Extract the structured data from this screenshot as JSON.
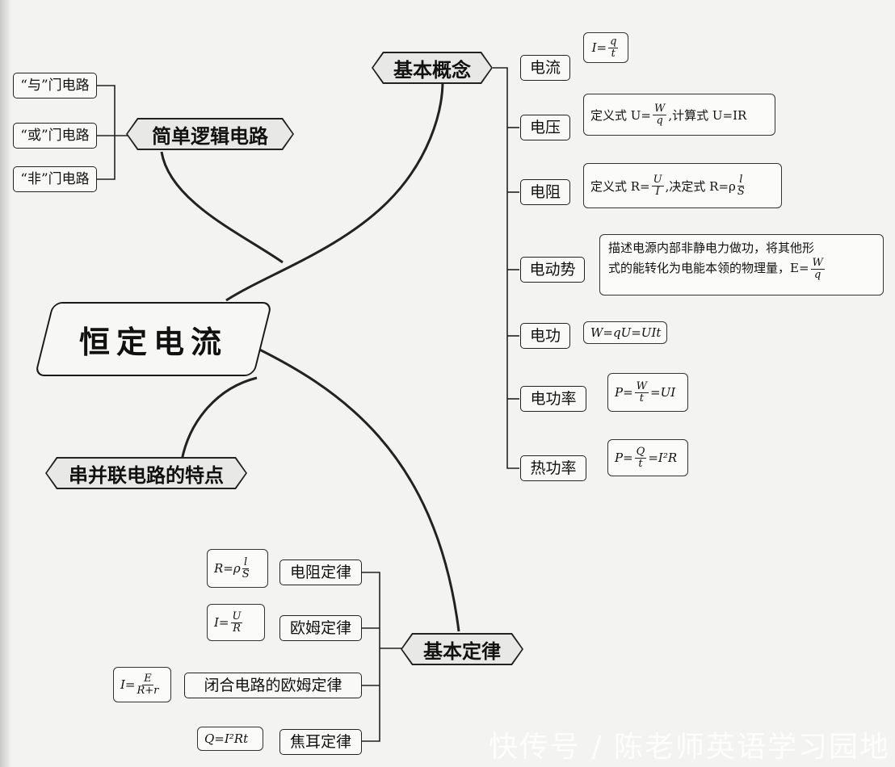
{
  "center": {
    "label": "恒定电流"
  },
  "branches": {
    "basic_concepts": {
      "label": "基本概念",
      "items": [
        {
          "label": "电流",
          "formula": "I=q/t"
        },
        {
          "label": "电压",
          "formula_prefix": "定义式 U=",
          "formula_num": "W",
          "formula_den": "q",
          "formula_suffix": ",计算式 U=IR"
        },
        {
          "label": "电阻",
          "formula_prefix": "定义式 R=",
          "formula_num": "U",
          "formula_den": "I",
          "formula_mid": ",决定式 R=ρ",
          "formula_num2": "l",
          "formula_den2": "S"
        },
        {
          "label": "电动势",
          "line1": "描述电源内部非静电力做功，将其他形",
          "line2": "式的能转化为电能本领的物理量，E=",
          "formula_num": "W",
          "formula_den": "q"
        },
        {
          "label": "电功",
          "formula": "W=qU=UIt"
        },
        {
          "label": "电功率",
          "formula_prefix": "P=",
          "formula_num": "W",
          "formula_den": "t",
          "formula_suffix": "=UI"
        },
        {
          "label": "热功率",
          "formula_prefix": "P=",
          "formula_num": "Q",
          "formula_den": "t",
          "formula_suffix": "=I²R"
        }
      ]
    },
    "logic_circuits": {
      "label": "简单逻辑电路",
      "items": [
        {
          "label": "“与”门电路"
        },
        {
          "label": "“或”门电路"
        },
        {
          "label": "“非”门电路"
        }
      ]
    },
    "series_parallel": {
      "label": "串并联电路的特点"
    },
    "basic_laws": {
      "label": "基本定律",
      "items": [
        {
          "label": "电阻定律",
          "formula_prefix": "R=ρ",
          "formula_num": "l",
          "formula_den": "S"
        },
        {
          "label": "欧姆定律",
          "formula_prefix": "I=",
          "formula_num": "U",
          "formula_den": "R"
        },
        {
          "label": "闭合电路的欧姆定律",
          "formula_prefix": "I=",
          "formula_num": "E",
          "formula_den": "R+r"
        },
        {
          "label": "焦耳定律",
          "formula": "Q=I²Rt"
        }
      ]
    }
  },
  "watermark": "快传号 / 陈老师英语学习园地",
  "colors": {
    "line": "#222222",
    "background": "#f3f3f1"
  }
}
